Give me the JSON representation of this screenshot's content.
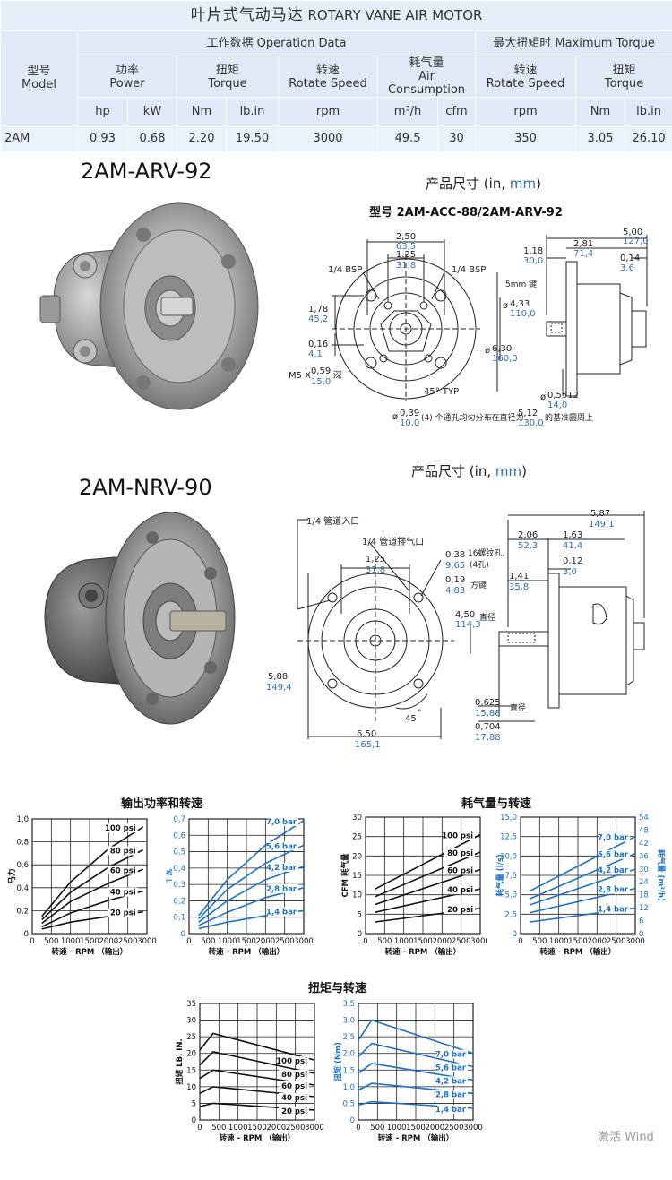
{
  "spec_table": {
    "title_cn": "叶片式气动马达",
    "title_en": "ROTARY VANE AIR MOTOR",
    "model_label": "型号\nModel",
    "model_cn": "型号",
    "model_en": "Model",
    "group_operation": "工作数据 Operation Data",
    "group_max_torque": "最大扭矩时 Maximum Torque",
    "power_cn": "功率",
    "power_en": "Power",
    "torque_cn": "扭矩",
    "torque_en": "Torque",
    "speed_cn": "转速",
    "speed_en": "Rotate Speed",
    "air_cn": "耗气量",
    "air_en": "Air Consumption",
    "speed2_cn": "转速",
    "speed2_en": "Rotate Speed",
    "torque2_cn": "扭矩",
    "torque2_en": "Torque",
    "units": [
      "hp",
      "kW",
      "Nm",
      "lb.in",
      "rpm",
      "m³/h",
      "cfm",
      "rpm",
      "Nm",
      "lb.in"
    ],
    "row": [
      "2AM",
      "0.93",
      "0.68",
      "2.20",
      "19.50",
      "3000",
      "49.5",
      "30",
      "350",
      "3.05",
      "26.10"
    ]
  },
  "section1": {
    "model_title": "2AM-ARV-92",
    "dims_title": "产品尺寸",
    "dims_unit_prefix": "(in, ",
    "dims_unit_mm": "mm",
    "dims_unit_suffix": ")",
    "drawing_title": "型号 2AM-ACC-88/2AM-ARV-92",
    "labels": {
      "d250_in": "2,50",
      "d250_mm": "63,5",
      "d125_in": "1,25",
      "d125_mm": "31,8",
      "bsp_left": "1/4 BSP",
      "bsp_right": "1/4 BSP",
      "d178_in": "1,78",
      "d178_mm": "45,2",
      "d016_in": "0,16",
      "d016_mm": "4,1",
      "m5_prefix": "M5 X",
      "m5_in": "0,59",
      "m5_mm": "15,0",
      "m5_suffix": "深",
      "typ": "45° TYP",
      "holes_prefix": "ø",
      "holes_in": "0,39",
      "holes_mm": "10,0",
      "holes_text": "(4) 个通孔均匀分布在直径为",
      "holes_in2": "5,12",
      "holes_mm2": "130,0",
      "holes_text2": "的基准圆周上",
      "d500_in": "5,00",
      "d500_mm": "127,0",
      "d281_in": "2,81",
      "d281_mm": "71,4",
      "d118_in": "1,18",
      "d118_mm": "30,0",
      "d014_in": "0,14",
      "d014_mm": "3,6",
      "key": "5mm 键",
      "d433_in": "4,33",
      "d433_mm": "110,0",
      "d630_in": "6,30",
      "d630_mm": "160,0",
      "d5512_in": "0,5512",
      "d5512_mm": "14,0",
      "dia": "ø"
    }
  },
  "section2": {
    "model_title": "2AM-NRV-90",
    "dims_title": "产品尺寸",
    "dims_unit_prefix": "(in, ",
    "dims_unit_mm": "mm",
    "dims_unit_suffix": ")",
    "labels": {
      "inlet": "1/4 管道入口",
      "exhaust": "1/4 管道排气口",
      "d125_in": "1,25",
      "d125_mm": "31,8",
      "d038_in": "0,38",
      "d038_mm": "9,65",
      "thread": "16螺纹孔,",
      "thread2": "(4孔)",
      "d019_in": "0,19",
      "d019_mm": "4,83",
      "key": "方键",
      "d450_in": "4,50",
      "d450_mm": "114,3",
      "dia": "直径",
      "d588_in": "5,88",
      "d588_mm": "149,4",
      "d45": "45",
      "deg": "°",
      "d650_in": "6,50",
      "d650_mm": "165,1",
      "d587_in": "5,87",
      "d587_mm": "149,1",
      "d206_in": "2,06",
      "d206_mm": "52,3",
      "d163_in": "1,63",
      "d163_mm": "41,4",
      "d012_in": "0,12",
      "d012_mm": "3,0",
      "d141_in": "1,41",
      "d141_mm": "35,8",
      "d0625_in": "0,625",
      "d0625_mm": "15,88",
      "dia2": "直径",
      "d0704_in": "0,704",
      "d0704_mm": "17,88"
    }
  },
  "chart_titles": {
    "power_speed": "输出功率和转速",
    "air_speed": "耗气量与转速",
    "torque_speed": "扭矩与转速"
  },
  "chart_data": [
    {
      "type": "line",
      "xlabel": "转速 - RPM （输出）",
      "ylabel": "马力",
      "xlim": [
        0,
        3000
      ],
      "ylim": [
        0,
        1.0
      ],
      "xticks": [
        "0",
        "500",
        "1000",
        "1500",
        "2000",
        "2500",
        "3000"
      ],
      "yticks": [
        "0",
        "0,2",
        "0,4",
        "0,6",
        "0,8",
        "1,0"
      ],
      "grid": true,
      "series": [
        {
          "name": "100 psi",
          "x": [
            250,
            1000,
            2000,
            2900
          ],
          "y": [
            0.15,
            0.45,
            0.74,
            0.93
          ]
        },
        {
          "name": "80 psi",
          "x": [
            250,
            1000,
            2000,
            2900
          ],
          "y": [
            0.12,
            0.36,
            0.58,
            0.73
          ]
        },
        {
          "name": "60 psi",
          "x": [
            250,
            1000,
            2000,
            2900
          ],
          "y": [
            0.09,
            0.28,
            0.44,
            0.56
          ]
        },
        {
          "name": "40 psi",
          "x": [
            250,
            1000,
            2000,
            2900
          ],
          "y": [
            0.06,
            0.18,
            0.29,
            0.37
          ]
        },
        {
          "name": "20 psi",
          "x": [
            250,
            1000,
            2000,
            2900
          ],
          "y": [
            0.04,
            0.1,
            0.15,
            0.19
          ]
        }
      ]
    },
    {
      "type": "line",
      "xlabel": "转速 - RPM （输出）",
      "ylabel": "千瓦",
      "xlim": [
        0,
        3000
      ],
      "ylim": [
        0,
        0.7
      ],
      "xticks": [
        "0",
        "500",
        "1000",
        "1500",
        "2000",
        "2500",
        "3000"
      ],
      "yticks": [
        "0",
        "0,1",
        "0,2",
        "0,3",
        "0,4",
        "0,5",
        "0,6",
        "0,7"
      ],
      "grid": true,
      "series": [
        {
          "name": "7,0 bar",
          "x": [
            250,
            1000,
            2000,
            3000
          ],
          "y": [
            0.11,
            0.33,
            0.54,
            0.69
          ]
        },
        {
          "name": "5,6 bar",
          "x": [
            250,
            1000,
            2000,
            3000
          ],
          "y": [
            0.09,
            0.27,
            0.43,
            0.54
          ]
        },
        {
          "name": "4,2 bar",
          "x": [
            250,
            1000,
            2000,
            3000
          ],
          "y": [
            0.07,
            0.2,
            0.33,
            0.41
          ]
        },
        {
          "name": "2,8 bar",
          "x": [
            250,
            1000,
            2000,
            3000
          ],
          "y": [
            0.05,
            0.13,
            0.22,
            0.28
          ]
        },
        {
          "name": "1,4 bar",
          "x": [
            250,
            1000,
            2000,
            3000
          ],
          "y": [
            0.03,
            0.07,
            0.11,
            0.14
          ]
        }
      ]
    },
    {
      "type": "line",
      "xlabel": "转速 - RPM （输出）",
      "ylabel": "CFM 耗气量",
      "xlim": [
        0,
        3000
      ],
      "ylim": [
        0,
        30
      ],
      "xticks": [
        "0",
        "500",
        "1000",
        "1500",
        "2000",
        "2500",
        "3000"
      ],
      "yticks": [
        "0",
        "5",
        "10",
        "15",
        "20",
        "25",
        "30"
      ],
      "grid": true,
      "series": [
        {
          "name": "100 psi",
          "x": [
            250,
            3000
          ],
          "y": [
            11.5,
            25.5
          ]
        },
        {
          "name": "80 psi",
          "x": [
            250,
            3000
          ],
          "y": [
            9.5,
            21.0
          ]
        },
        {
          "name": "60 psi",
          "x": [
            250,
            3000
          ],
          "y": [
            7.5,
            16.5
          ]
        },
        {
          "name": "40 psi",
          "x": [
            250,
            3000
          ],
          "y": [
            5.5,
            11.5
          ]
        },
        {
          "name": "20 psi",
          "x": [
            250,
            3000
          ],
          "y": [
            3.0,
            6.5
          ]
        }
      ]
    },
    {
      "type": "line",
      "xlabel": "转速 - RPM （输出）",
      "ylabel": "耗气量 (l/s)",
      "ylabel_right": "耗气量 (m³/h)",
      "xlim": [
        0,
        3000
      ],
      "ylim": [
        0,
        15
      ],
      "xticks": [
        "0",
        "500",
        "1000",
        "1500",
        "2000",
        "2500",
        "3000"
      ],
      "yticks": [
        "0",
        "2,5",
        "5,0",
        "7,5",
        "10,0",
        "12,5",
        "15,0"
      ],
      "yticks_right": [
        "0",
        "6",
        "12",
        "18",
        "24",
        "30",
        "36",
        "42",
        "48",
        "54"
      ],
      "grid": true,
      "series": [
        {
          "name": "7,0 bar",
          "x": [
            250,
            3000
          ],
          "y": [
            5.5,
            12.5
          ]
        },
        {
          "name": "5,6 bar",
          "x": [
            250,
            3000
          ],
          "y": [
            4.5,
            10.3
          ]
        },
        {
          "name": "4,2 bar",
          "x": [
            250,
            3000
          ],
          "y": [
            3.7,
            8.3
          ]
        },
        {
          "name": "2,8 bar",
          "x": [
            250,
            3000
          ],
          "y": [
            2.7,
            5.8
          ]
        },
        {
          "name": "1,4 bar",
          "x": [
            250,
            3000
          ],
          "y": [
            1.5,
            3.3
          ]
        }
      ]
    },
    {
      "type": "line",
      "xlabel": "转速 - RPM （输出）",
      "ylabel": "扭矩 LB. IN.",
      "xlim": [
        0,
        3000
      ],
      "ylim": [
        0,
        35
      ],
      "xticks": [
        "0",
        "500",
        "1000",
        "1500",
        "2000",
        "2500",
        "3000"
      ],
      "yticks": [
        "0",
        "5",
        "10",
        "15",
        "20",
        "25",
        "30",
        "35"
      ],
      "grid": true,
      "series": [
        {
          "name": "100 psi",
          "x": [
            0,
            350,
            3000
          ],
          "y": [
            21.0,
            26.0,
            18.0
          ]
        },
        {
          "name": "80 psi",
          "x": [
            0,
            350,
            3000
          ],
          "y": [
            16.5,
            20.5,
            14.0
          ]
        },
        {
          "name": "60 psi",
          "x": [
            0,
            350,
            3000
          ],
          "y": [
            12.5,
            15.0,
            10.5
          ]
        },
        {
          "name": "40 psi",
          "x": [
            0,
            350,
            3000
          ],
          "y": [
            8.0,
            10.0,
            7.0
          ]
        },
        {
          "name": "20 psi",
          "x": [
            0,
            350,
            3000
          ],
          "y": [
            4.0,
            5.0,
            3.0
          ]
        }
      ]
    },
    {
      "type": "line",
      "xlabel": "转速 - RPM （输出）",
      "ylabel": "扭矩 (Nm)",
      "xlim": [
        0,
        3000
      ],
      "ylim": [
        0,
        3.5
      ],
      "xticks": [
        "0",
        "500",
        "1000",
        "1500",
        "2000",
        "2500",
        "3000"
      ],
      "yticks": [
        "0",
        "0,5",
        "1,0",
        "1,5",
        "2,0",
        "2,5",
        "3,0",
        "3,5"
      ],
      "grid": true,
      "series": [
        {
          "name": "7,0 bar",
          "x": [
            0,
            350,
            3000
          ],
          "y": [
            2.4,
            3.0,
            2.0
          ]
        },
        {
          "name": "5,6 bar",
          "x": [
            0,
            350,
            3000
          ],
          "y": [
            1.9,
            2.3,
            1.6
          ]
        },
        {
          "name": "4,2 bar",
          "x": [
            0,
            350,
            3000
          ],
          "y": [
            1.4,
            1.7,
            1.2
          ]
        },
        {
          "name": "2,8 bar",
          "x": [
            0,
            350,
            3000
          ],
          "y": [
            0.9,
            1.1,
            0.8
          ]
        },
        {
          "name": "1,4 bar",
          "x": [
            0,
            350,
            3000
          ],
          "y": [
            0.45,
            0.55,
            0.35
          ]
        }
      ]
    }
  ],
  "watermark": "激活 Wind"
}
